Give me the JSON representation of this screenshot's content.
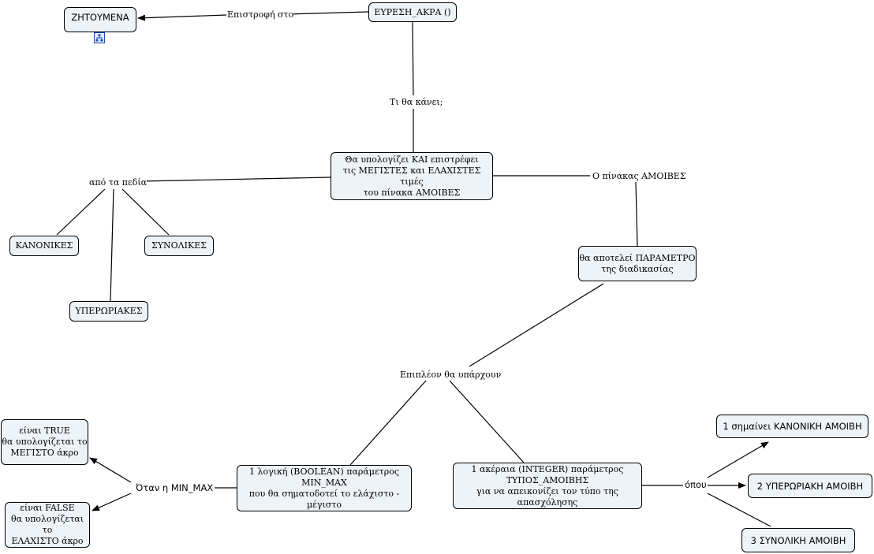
{
  "nodes": {
    "zitoumena": "ΖΗΤΟΥΜΕΝΑ",
    "eyresi_akra": "ΕΥΡΕΣΗ_ΑΚΡΑ ()",
    "main": [
      "Θα υπολογίζει ΚΑΙ επιστρέφει",
      "τις ΜΕΓΙΣΤΕΣ και ΕΛΑΧΙΣΤΕΣ τιμές",
      "του πίνακα ΑΜΟΙΒΕΣ"
    ],
    "kanonikes": "ΚΑΝΟΝΙΚΕΣ",
    "synolikes": "ΣΥΝΟΛΙΚΕΣ",
    "yperoriakes": "ΥΠΕΡΩΡΙΑΚΕΣ",
    "parametro": [
      "θα αποτελεί ΠΑΡΑΜΕΤΡΟ",
      "της διαδικασίας"
    ],
    "boolean_param": [
      "1 λογική (BOOLEAN) παράμετρος",
      "MIN_MAX",
      "που θα σηματοδοτεί το ελάχιστο - μέγιστο"
    ],
    "integer_param": [
      "1 ακέραια (INTEGER) παράμετρος",
      "ΤΥΠΟΣ_ΑΜΟΙΒΗΣ",
      "για να απεικονίζει τον τύπο της απασχόλησης"
    ],
    "true_node": [
      "είναι TRUE",
      "θα υπολογίζεται το",
      "ΜΕΓΙΣΤΟ άκρο"
    ],
    "false_node": [
      "είναι FALSE",
      "θα υπολογίζεται το",
      "ΕΛΑΧΙΣΤΟ άκρο"
    ],
    "kanoniki": "1 σημαίνει ΚΑΝΟΝΙΚΗ ΑΜΟΙΒΗ",
    "yperoriaki": "2 ΥΠΕΡΩΡΙΑΚΗ ΑΜΟΙΒΗ",
    "synoliki": "3 ΣΥΝΟΛΙΚΗ ΑΜΟΙΒΗ"
  },
  "links": {
    "epistrofi": "Επιστροφή στο",
    "ti_tha_kanei": "Τι θα κάνει;",
    "apo_ta_pedia": "από τα πεδία",
    "pinakas": "Ο πίνακας ΑΜΟΙΒΕΣ",
    "epipleon": "Επιπλέον θα υπάρχουν",
    "otan": "Όταν η MIN_MAX",
    "opou": "όπου"
  },
  "colors": {
    "node_fill": "#eef3f8",
    "line": "#000000",
    "icon": "#1a4fb0"
  },
  "icons": {
    "zitoumena": "hierarchy-icon"
  }
}
